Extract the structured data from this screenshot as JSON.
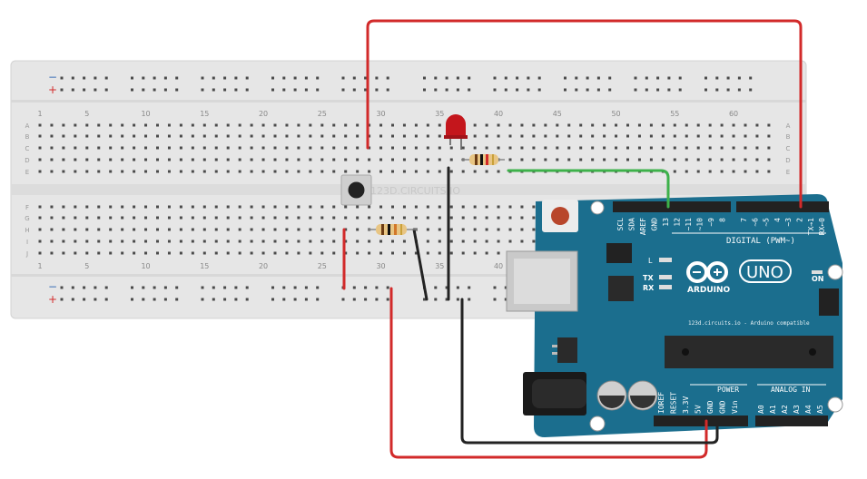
{
  "breadboard": {
    "rail_minus": "−",
    "rail_plus": "+",
    "row_labels_top": [
      "A",
      "B",
      "C",
      "D",
      "E"
    ],
    "row_labels_bottom": [
      "F",
      "G",
      "H",
      "I",
      "J"
    ],
    "column_numbers": [
      "1",
      "5",
      "10",
      "15",
      "20",
      "25",
      "30",
      "35",
      "40",
      "45",
      "50",
      "55",
      "60"
    ],
    "watermark": "123D.CIRCUITS.IO"
  },
  "arduino": {
    "model": "UNO",
    "brand": "ARDUINO",
    "tagline": "123d.circuits.io - Arduino compatible",
    "digital_label": "DIGITAL (PWM~)",
    "power_label": "POWER",
    "analog_label": "ANALOG IN",
    "on_label": "ON",
    "tx_label": "TX",
    "rx_label": "RX",
    "l_label": "L",
    "top_pins": [
      "SCL",
      "SDA",
      "AREF",
      "GND",
      "13",
      "12",
      "~11",
      "~10",
      "~9",
      "8",
      "7",
      "~6",
      "~5",
      "4",
      "~3",
      "2",
      "TX→1",
      "RX←0"
    ],
    "power_pins": [
      "IOREF",
      "RESET",
      "3.3V",
      "5V",
      "GND",
      "GND",
      "Vin"
    ],
    "analog_pins": [
      "A0",
      "A1",
      "A2",
      "A3",
      "A4",
      "A5"
    ]
  },
  "colors": {
    "board_blue": "#1b6e8e",
    "wire_red": "#d22a2a",
    "wire_black": "#222222",
    "wire_green": "#3db14a",
    "led_red": "#c4161c"
  },
  "icons": [
    "infinity-logo-icon",
    "push-button-icon",
    "led-icon",
    "resistor-icon",
    "usb-port-icon",
    "power-jack-icon",
    "capacitor-icon",
    "chip-icon"
  ]
}
